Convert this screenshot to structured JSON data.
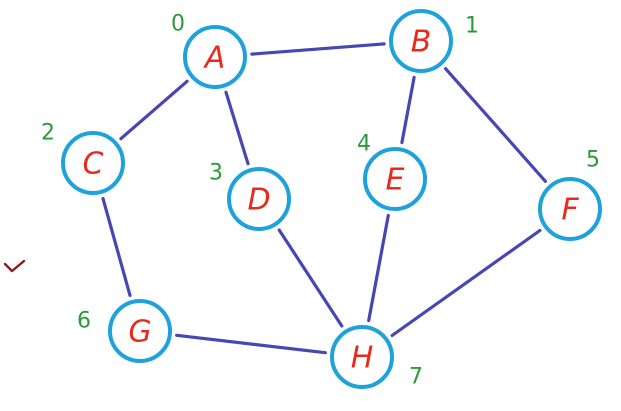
{
  "nodes": [
    {
      "id": "A",
      "label": "A",
      "index": "0"
    },
    {
      "id": "B",
      "label": "B",
      "index": "1"
    },
    {
      "id": "C",
      "label": "C",
      "index": "2"
    },
    {
      "id": "D",
      "label": "D",
      "index": "3"
    },
    {
      "id": "E",
      "label": "E",
      "index": "4"
    },
    {
      "id": "F",
      "label": "F",
      "index": "5"
    },
    {
      "id": "G",
      "label": "G",
      "index": "6"
    },
    {
      "id": "H",
      "label": "H",
      "index": "7"
    }
  ],
  "edges": [
    {
      "from": "A",
      "to": "B"
    },
    {
      "from": "A",
      "to": "C"
    },
    {
      "from": "A",
      "to": "D"
    },
    {
      "from": "B",
      "to": "E"
    },
    {
      "from": "B",
      "to": "F"
    },
    {
      "from": "C",
      "to": "G"
    },
    {
      "from": "D",
      "to": "H"
    },
    {
      "from": "E",
      "to": "H"
    },
    {
      "from": "F",
      "to": "H"
    },
    {
      "from": "G",
      "to": "H"
    }
  ],
  "colors": {
    "node_outline": "#1fa2dc",
    "node_label": "#e8291c",
    "index_label": "#2a9a3a",
    "edge": "#4646b4",
    "tick_mark": "#8b1a1a"
  }
}
